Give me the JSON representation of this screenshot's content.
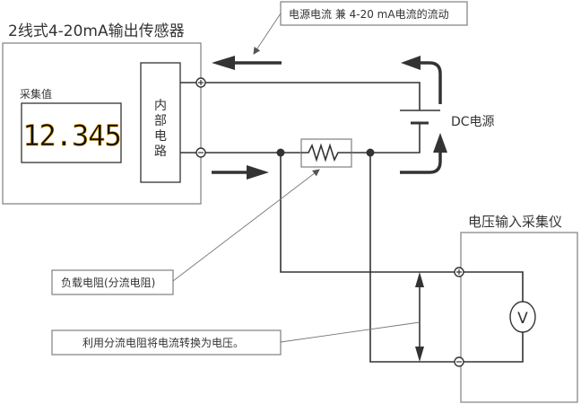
{
  "sensor": {
    "title": "2线式4-20mA输出传感器",
    "value_label": "采集值",
    "display_value": "12.345",
    "internal_circuit": [
      "内",
      "部",
      "电",
      "路"
    ],
    "plus_symbol": "+",
    "minus_symbol": "−"
  },
  "power": {
    "label": "DC电源"
  },
  "collector": {
    "title": "电压输入采集仪",
    "meter_symbol": "V",
    "plus_symbol": "+",
    "minus_symbol": "−"
  },
  "callouts": {
    "current_flow": "电源电流 兼 4-20 mA电流的流动",
    "load_resistor": "负载电阻(分流电阻)",
    "shunt_note": "利用分流电阻将电流转换为电压。"
  },
  "colors": {
    "line": "#333333",
    "box": "#888888",
    "display_glow": "#e8a000"
  }
}
